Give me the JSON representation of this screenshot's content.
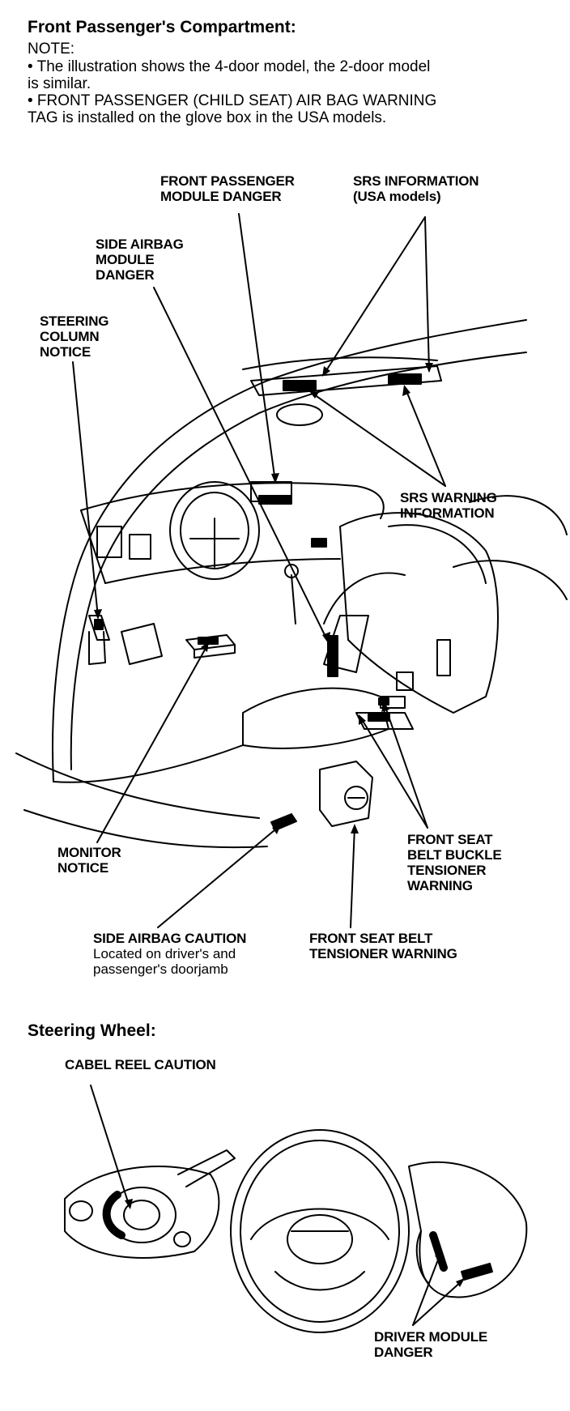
{
  "heading": "Front Passenger's Compartment:",
  "note_label": "NOTE:",
  "notes": [
    "• The illustration shows the 4-door model, the 2-door model\n  is similar.",
    "• FRONT PASSENGER (CHILD SEAT) AIR BAG WARNING\n  TAG is installed on the glove box in the USA models."
  ],
  "labels": {
    "front_passenger_module_danger": "FRONT PASSENGER\nMODULE DANGER",
    "srs_information": "SRS INFORMATION\n(USA models)",
    "side_airbag_module_danger": "SIDE AIRBAG\nMODULE\nDANGER",
    "steering_column_notice": "STEERING\nCOLUMN\nNOTICE",
    "srs_warning_information": "SRS WARNING\nINFORMATION",
    "monitor_notice": "MONITOR\nNOTICE",
    "front_seat_belt_buckle_tensioner_warning": "FRONT SEAT\nBELT BUCKLE\nTENSIONER\nWARNING",
    "side_airbag_caution": "SIDE AIRBAG CAUTION",
    "side_airbag_caution_note": "Located on driver's and\npassenger's doorjamb",
    "front_seat_belt_tensioner_warning": "FRONT SEAT BELT\nTENSIONER WARNING",
    "cable_reel_caution": "CABEL REEL CAUTION",
    "driver_module_danger": "DRIVER MODULE\nDANGER"
  },
  "steering_heading": "Steering Wheel:"
}
